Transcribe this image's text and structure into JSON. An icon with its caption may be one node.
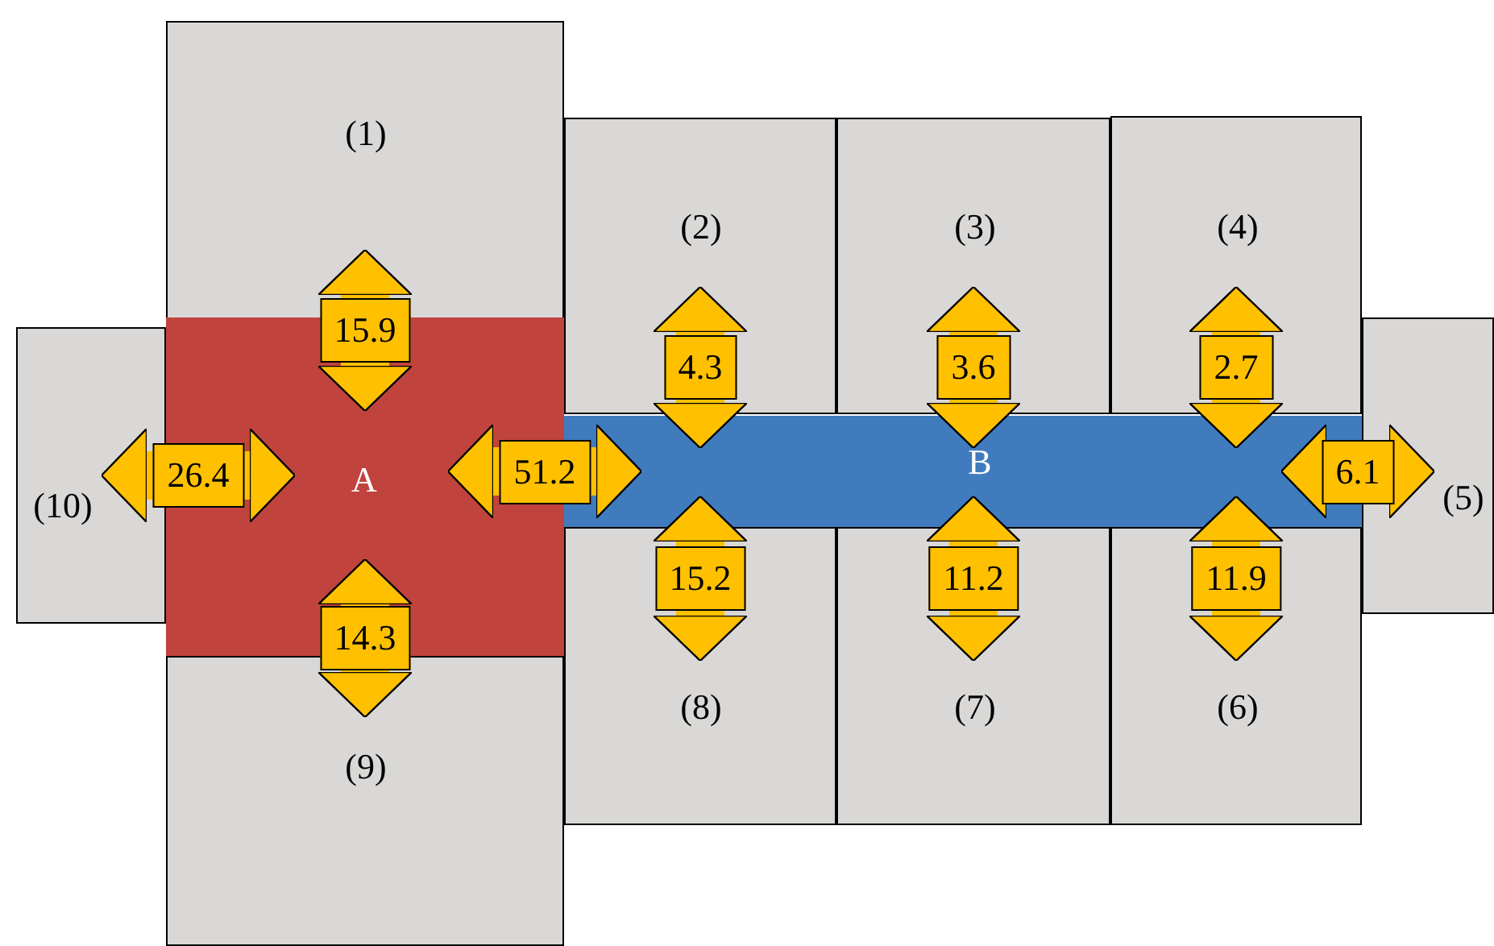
{
  "diagram": {
    "nodes": [
      {
        "text": [
          "(1)"
        ]
      },
      {
        "text": [
          "(2)"
        ]
      },
      {
        "text": [
          "(3)"
        ]
      },
      {
        "text": [
          "(4)"
        ]
      },
      {
        "text": [
          "(10)"
        ]
      },
      {
        "text": [
          "A"
        ]
      },
      {
        "text": [
          "B"
        ]
      },
      {
        "text": [
          "(5)"
        ]
      },
      {
        "text": [
          "(8)"
        ]
      },
      {
        "text": [
          "(7)"
        ]
      },
      {
        "text": [
          "(6)"
        ]
      },
      {
        "text": [
          "(9)"
        ]
      }
    ],
    "edges": [
      {
        "from": 5,
        "to": 0,
        "arrow": "both",
        "label": "15.9"
      },
      {
        "from": 6,
        "to": 1,
        "arrow": "both",
        "label": "4.3"
      },
      {
        "from": 6,
        "to": 2,
        "arrow": "both",
        "label": "3.6"
      },
      {
        "from": 6,
        "to": 3,
        "arrow": "both",
        "label": "2.7"
      },
      {
        "from": 5,
        "to": 4,
        "arrow": "both",
        "label": "26.4"
      },
      {
        "from": 5,
        "to": 6,
        "arrow": "both",
        "label": "51.2"
      },
      {
        "from": 6,
        "to": 7,
        "arrow": "both",
        "label": "6.1"
      },
      {
        "from": 6,
        "to": 8,
        "arrow": "both",
        "label": "15.2"
      },
      {
        "from": 6,
        "to": 9,
        "arrow": "both",
        "label": "11.2"
      },
      {
        "from": 6,
        "to": 10,
        "arrow": "both",
        "label": "11.9"
      },
      {
        "from": 5,
        "to": 11,
        "arrow": "both",
        "label": "14.3"
      }
    ]
  }
}
